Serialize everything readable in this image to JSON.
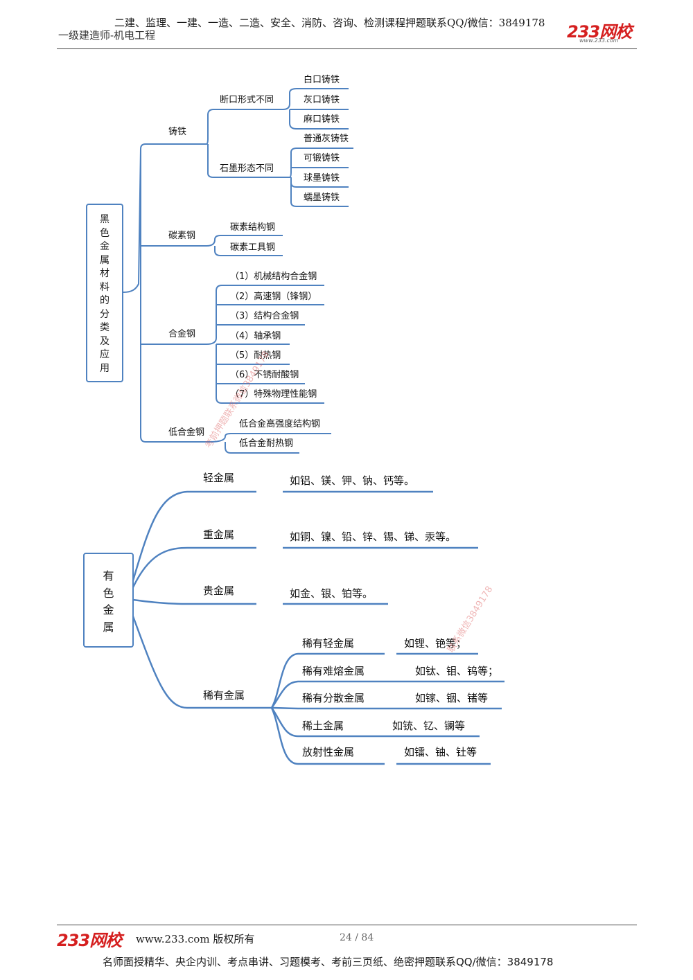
{
  "header": {
    "top_line": "二建、监理、一建、一造、二造、安全、消防、咨询、检测课程押题联系QQ/微信：3849178",
    "sub_title": "一级建造师-机电工程",
    "logo_text": "233网校",
    "logo_url": "www.233.com"
  },
  "ferrous": {
    "root_chars": [
      "黑",
      "色",
      "金",
      "属",
      "材",
      "料",
      "的",
      "分",
      "类",
      "及",
      "应",
      "用"
    ],
    "cast_iron": "铸铁",
    "fracture": "断口形式不同",
    "fracture_items": [
      "白口铸铁",
      "灰口铸铁",
      "麻口铸铁"
    ],
    "graphite": "石墨形态不同",
    "graphite_items": [
      "普通灰铸铁",
      "可锻铸铁",
      "球墨铸铁",
      "蠕墨铸铁"
    ],
    "carbon_steel": "碳素钢",
    "carbon_items": [
      "碳素结构钢",
      "碳素工具钢"
    ],
    "alloy_steel": "合金钢",
    "alloy_items": [
      "（1）机械结构合金钢",
      "（2）高速钢（锋钢）",
      "（3）结构合金钢",
      "（4）轴承钢",
      "（5）耐热钢",
      "（6）不锈耐酸钢",
      "（7）特殊物理性能钢"
    ],
    "low_alloy": "低合金钢",
    "low_alloy_items": [
      "低合金高强度结构钢",
      "低合金耐热钢"
    ]
  },
  "nonferrous": {
    "root_chars": [
      "有",
      "色",
      "金",
      "属"
    ],
    "light": "轻金属",
    "light_examples": "如铝、镁、钾、钠、钙等。",
    "heavy": "重金属",
    "heavy_examples": "如铜、镍、铅、锌、锡、锑、汞等。",
    "precious": "贵金属",
    "precious_examples": "如金、银、铂等。",
    "rare": "稀有金属",
    "rare_items": [
      {
        "name": "稀有轻金属",
        "examples": "如锂、铯等；"
      },
      {
        "name": "稀有难熔金属",
        "examples": "如钛、钼、钨等；"
      },
      {
        "name": "稀有分散金属",
        "examples": "如镓、铟、锗等"
      },
      {
        "name": "稀土金属",
        "examples": "如铳、钇、镧等"
      },
      {
        "name": "放射性金属",
        "examples": "如镭、铀、钍等"
      }
    ]
  },
  "watermarks": [
    "考前押题联系微信3849178",
    "联系微信3849178"
  ],
  "footer": {
    "logo_text": "233网校",
    "copyright": "www.233.com 版权所有",
    "page": "24 / 84",
    "bottom_line": "名师面授精华、央企内训、考点串讲、习题模考、考前三页纸、绝密押题联系QQ/微信：3849178"
  },
  "colors": {
    "line": "#4f82c0",
    "logo": "#d51f1f"
  }
}
